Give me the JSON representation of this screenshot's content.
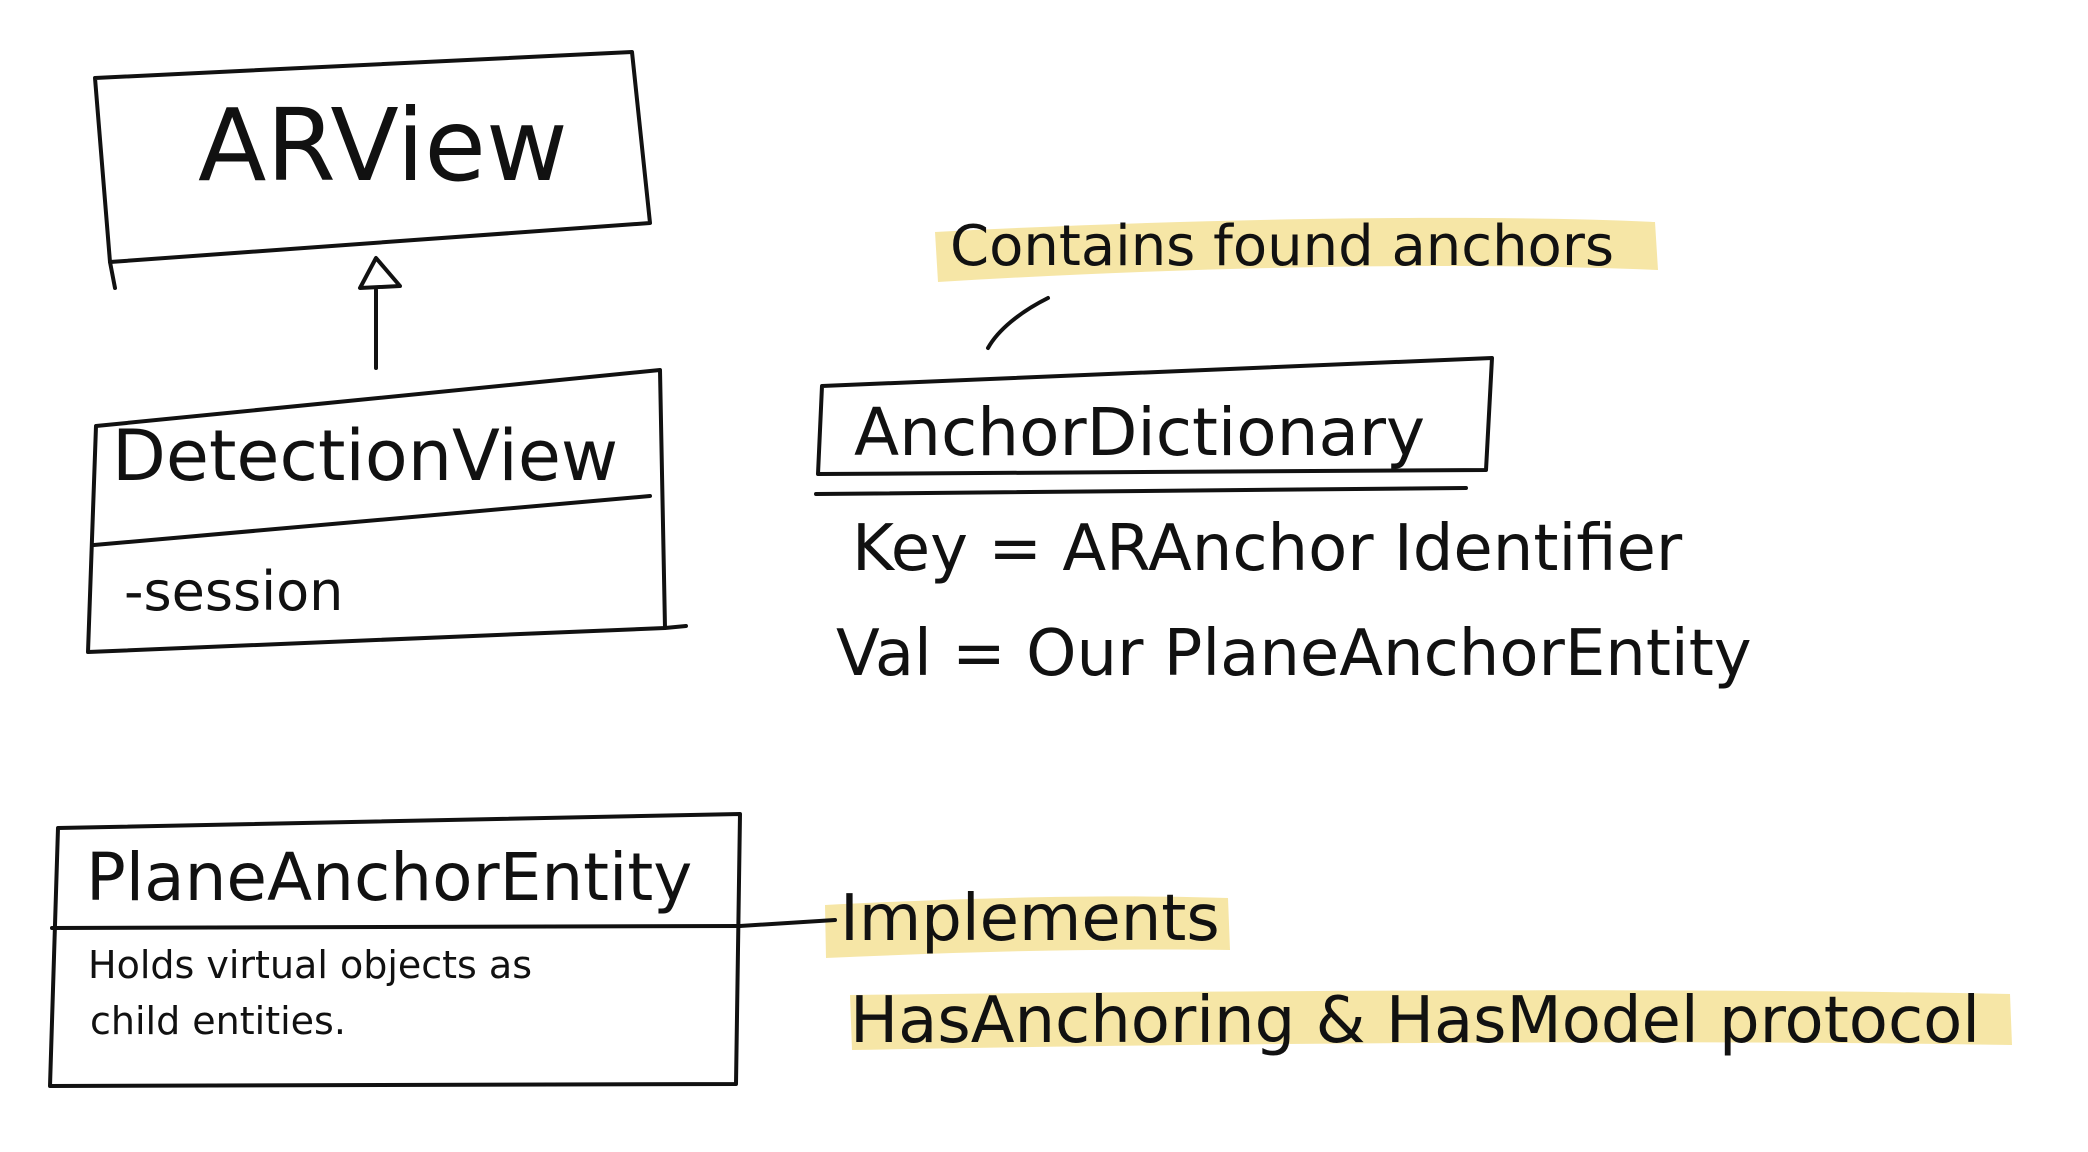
{
  "diagram": {
    "ar_view": {
      "name": "ARView"
    },
    "detection_view": {
      "name": "DetectionView",
      "attribute": "-session"
    },
    "anchor_dictionary": {
      "name": "AnchorDictionary",
      "note": "Contains found anchors",
      "key_line": "Key = ARAnchor Identifier",
      "val_line": "Val = Our PlaneAnchorEntity"
    },
    "plane_anchor_entity": {
      "name": "PlaneAnchorEntity",
      "description_line1": "Holds virtual objects as",
      "description_line2": "child entities."
    },
    "implements": {
      "label": "Implements",
      "protocols": "HasAnchoring & HasModel protocol"
    },
    "highlight_color": "#f2dc84",
    "ink_color": "#111111"
  }
}
